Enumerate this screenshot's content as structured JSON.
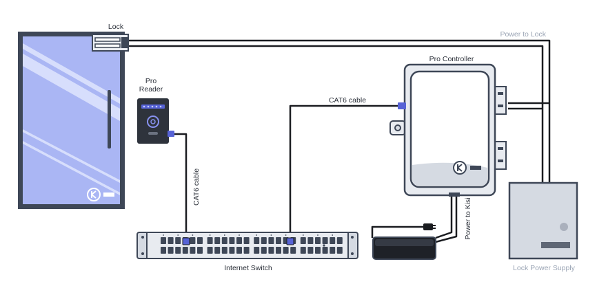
{
  "labels": {
    "lock": "Lock",
    "power_to_lock": "Power to Lock",
    "pro_reader_line1": "Pro",
    "pro_reader_line2": "Reader",
    "cat6_reader": "CAT6 cable",
    "cat6_controller": "CAT6 cable",
    "pro_controller": "Pro Controller",
    "power_to_kisi": "Power to Kisi",
    "internet_switch": "Internet Switch",
    "lock_power_supply": "Lock Power Supply"
  },
  "colors": {
    "outline": "#3e4757",
    "glass": "#aab6f4",
    "glass_light": "#d7defc",
    "device_body": "#2e333c",
    "panel_light": "#e8ebf0",
    "panel_mid": "#d5dae2",
    "connector": "#5763d6",
    "led": "#6b7bf0",
    "cable": "#1a1c20",
    "grey_label": "#9aa4b4"
  },
  "icons": {
    "door_logo": "kisi-logo-icon",
    "controller_logo": "kisi-logo-icon",
    "reader_sensor": "nfc-icon"
  }
}
